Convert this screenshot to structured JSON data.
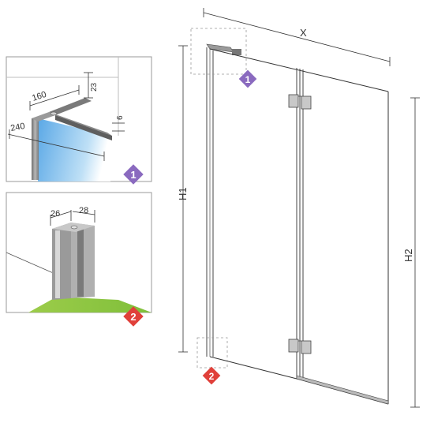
{
  "dimension_labels": {
    "width": "X",
    "height_left": "H1",
    "height_right": "H2"
  },
  "detail_1": {
    "badge": "1",
    "badge_color": "#8a6abf",
    "dim_top": "160",
    "dim_side": "240",
    "dim_height": "23",
    "dim_thickness": "6"
  },
  "detail_2": {
    "badge": "2",
    "badge_color": "#e0403a",
    "dim_left": "26",
    "dim_right": "28"
  },
  "colors": {
    "glass": "#6ab4e8",
    "floor": "#8cc63f",
    "profile": "#8a8a8a"
  }
}
